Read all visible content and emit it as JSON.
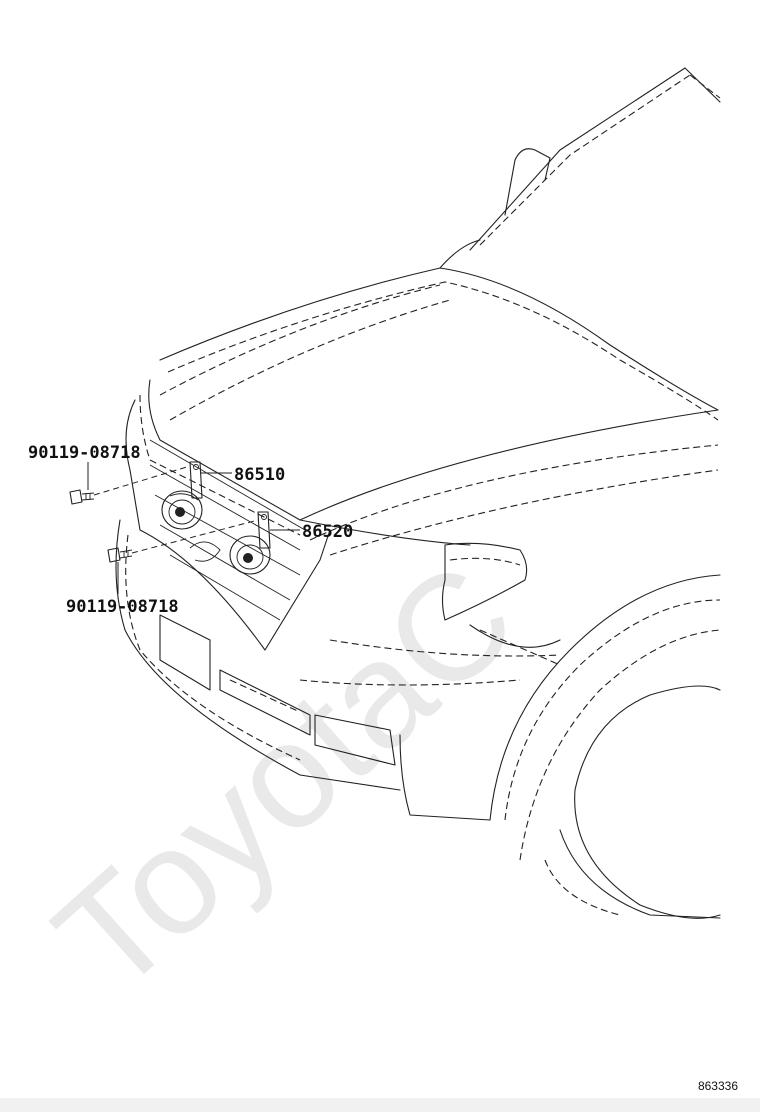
{
  "watermark": "ToyotaC",
  "parts": {
    "bolt_upper": "90119-08718",
    "horn_high": "86510",
    "horn_low": "86520",
    "bolt_lower": "90119-08718"
  },
  "figure_ref": "863336"
}
